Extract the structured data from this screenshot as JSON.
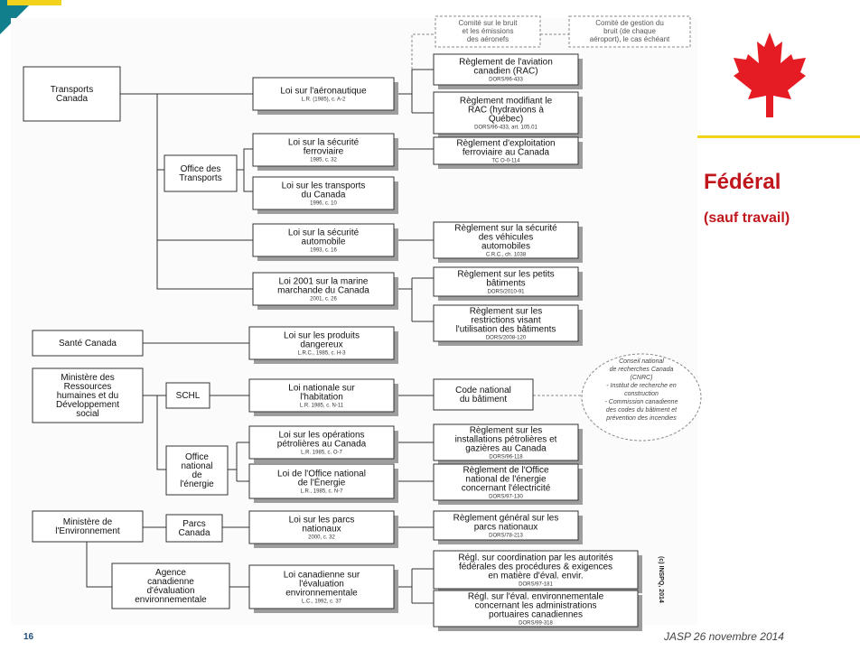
{
  "slide": {
    "title": "Fédéral",
    "subtitle": "(sauf travail)",
    "page_number": "16",
    "footer": "JASP 26 novembre 2014",
    "copyright": "(c) INSPQ, 2014"
  },
  "nodes": {
    "transports_canada": [
      "Transports",
      "Canada"
    ],
    "sante_canada": [
      "Santé Canada"
    ],
    "ministere_ressources": [
      "Ministère des",
      "Ressources",
      "humaines et du",
      "Développement",
      "social"
    ],
    "ministere_environnement": [
      "Ministère de",
      "l'Environnement"
    ],
    "office_transports": [
      "Office des",
      "Transports"
    ],
    "schl": [
      "SCHL"
    ],
    "office_energie": [
      "Office",
      "national",
      "de",
      "l'énergie"
    ],
    "parcs_canada": [
      "Parcs",
      "Canada"
    ],
    "agence_eval": [
      "Agence",
      "canadienne",
      "d'évaluation",
      "environnementale"
    ],
    "loi_aeronautique": {
      "lines": [
        "Loi sur l'aéronautique"
      ],
      "ref": "L.R. (1985), c. A-2"
    },
    "loi_securite_ferroviaire": {
      "lines": [
        "Loi sur la sécurité",
        "ferroviaire"
      ],
      "ref": "1985, c. 32"
    },
    "loi_transports": {
      "lines": [
        "Loi sur les transports",
        "du Canada"
      ],
      "ref": "1996, c. 10"
    },
    "loi_securite_auto": {
      "lines": [
        "Loi sur la sécurité",
        "automobile"
      ],
      "ref": "1993, c. 16"
    },
    "loi_marine": {
      "lines": [
        "Loi 2001 sur la marine",
        "marchande du Canada"
      ],
      "ref": "2001, c. 26"
    },
    "loi_produits": {
      "lines": [
        "Loi sur les produits",
        "dangereux"
      ],
      "ref": "L.R.C., 1985, c. H-3"
    },
    "loi_habitation": {
      "lines": [
        "Loi nationale sur",
        "l'habitation"
      ],
      "ref": "L.R. 1985, c. N-11"
    },
    "loi_petrolieres": {
      "lines": [
        "Loi sur les opérations",
        "pétrolières au Canada"
      ],
      "ref": "L.R. 1985, c. O-7"
    },
    "loi_energie": {
      "lines": [
        "Loi de l'Office national",
        "de l'Énergie"
      ],
      "ref": "L.R., 1985, c. N-7"
    },
    "loi_parcs": {
      "lines": [
        "Loi sur les parcs",
        "nationaux"
      ],
      "ref": "2000, c. 32"
    },
    "loi_eval": {
      "lines": [
        "Loi canadienne sur",
        "l'évaluation",
        "environnementale"
      ],
      "ref": "L.C., 1992, c. 37"
    },
    "reg_rac": {
      "lines": [
        "Règlement de l'aviation",
        "canadien (RAC)"
      ],
      "ref": "DORS/96-433"
    },
    "reg_rac_mod": {
      "lines": [
        "Règlement modifiant le",
        "RAC (hydravions à",
        "Québec)"
      ],
      "ref": "DORS/96-433, art. 105.01"
    },
    "reg_ferroviaire": {
      "lines": [
        "Règlement d'exploitation",
        "ferroviaire au Canada"
      ],
      "ref": "TC O-0-114"
    },
    "reg_vehicules": {
      "lines": [
        "Règlement sur la sécurité",
        "des véhicules",
        "automobiles"
      ],
      "ref": "C.R.C., ch. 1038"
    },
    "reg_petits_batiments": {
      "lines": [
        "Règlement sur les petits",
        "bâtiments"
      ],
      "ref": "DORS/2010-91"
    },
    "reg_restrictions": {
      "lines": [
        "Règlement sur les",
        "restrictions visant",
        "l'utilisation des bâtiments"
      ],
      "ref": "DORS/2008-120"
    },
    "code_batiment": {
      "lines": [
        "Code national",
        "du bâtiment"
      ]
    },
    "reg_installations": {
      "lines": [
        "Règlement sur les",
        "installations pétrolières et",
        "gazières au Canada"
      ],
      "ref": "DORS/96-118"
    },
    "reg_electricite": {
      "lines": [
        "Règlement de l'Office",
        "national de l'énergie",
        "concernant l'électricité"
      ],
      "ref": "DORS/97-130"
    },
    "reg_parcs": {
      "lines": [
        "Règlement général sur les",
        "parcs nationaux"
      ],
      "ref": "DORS/78-213"
    },
    "reg_coordination": {
      "lines": [
        "Régl. sur coordination par les autorités",
        "fédérales des procédures & exigences",
        "en matière d'éval. envir."
      ],
      "ref": "DORS/97-181"
    },
    "reg_portuaires": {
      "lines": [
        "Régl. sur l'éval. environnementale",
        "concernant les administrations",
        "portuaires canadiennes"
      ],
      "ref": "DORS/99-318"
    },
    "comite_bruit": [
      "Comité sur le bruit",
      "et les émissions",
      "des aéronefs"
    ],
    "comite_gestion": [
      "Comité de gestion du",
      "bruit (de chaque",
      "aéroport), le cas échéant"
    ],
    "cnrc_note": [
      "Conseil national",
      "de recherches Canada",
      "(CNRC)",
      "- Institut de recherche en",
      "construction",
      "- Commission canadienne",
      "des codes du bâtiment et",
      "prévention des incendies"
    ]
  },
  "colors": {
    "title_red": "#c0171d",
    "teal": "#127f8c",
    "yellow": "#f2d21b",
    "maple_red": "#e51c23"
  },
  "icons": [
    "maple-leaf-icon"
  ]
}
